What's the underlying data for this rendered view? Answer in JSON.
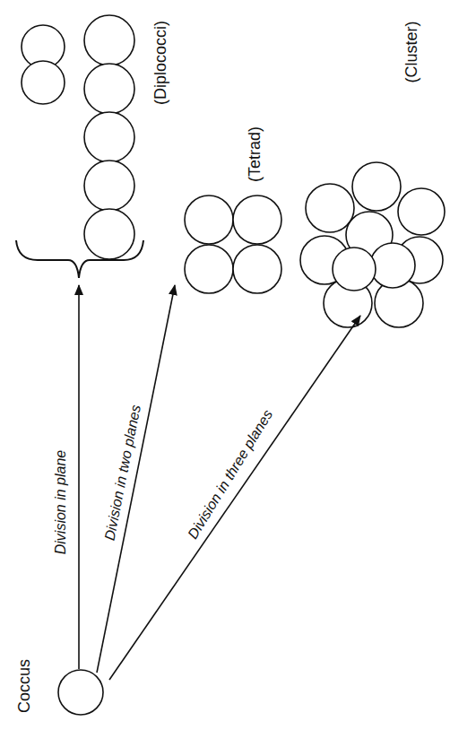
{
  "diagram": {
    "labels": [
      "Coccus",
      "Division in plane",
      "Division in two planes",
      "Division in three planes",
      "(Diplococci)",
      "(Tetrad)",
      "(Cluster)"
    ]
  }
}
